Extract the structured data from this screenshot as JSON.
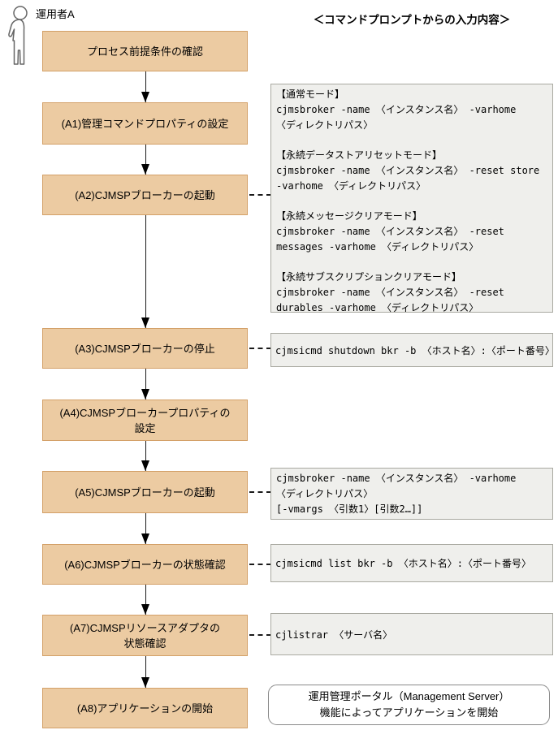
{
  "header": {
    "actor_label": "運用者A",
    "right_column_title": "＜コマンドプロンプトからの入力内容＞"
  },
  "flow_steps": [
    {
      "id": "start",
      "label": "プロセス前提条件の確認"
    },
    {
      "id": "A1",
      "label": "(A1)管理コマンドプロパティの設定"
    },
    {
      "id": "A2",
      "label": "(A2)CJMSPブローカーの起動"
    },
    {
      "id": "A3",
      "label": "(A3)CJMSPブローカーの停止"
    },
    {
      "id": "A4",
      "label": "(A4)CJMSPブローカープロパティの\n設定"
    },
    {
      "id": "A5",
      "label": "(A5)CJMSPブローカーの起動"
    },
    {
      "id": "A6",
      "label": "(A6)CJMSPブローカーの状態確認"
    },
    {
      "id": "A7",
      "label": "(A7)CJMSPリソースアダプタの\n状態確認"
    },
    {
      "id": "A8",
      "label": "(A8)アプリケーションの開始"
    }
  ],
  "command_boxes": [
    {
      "for_step": "A2",
      "text": "【通常モード】\ncjmsbroker -name 〈インスタンス名〉 -varhome\n〈ディレクトリパス〉\n\n【永続データストアリセットモード】\ncjmsbroker -name 〈インスタンス名〉 -reset store\n-varhome 〈ディレクトリパス〉\n\n【永続メッセージクリアモード】\ncjmsbroker -name 〈インスタンス名〉 -reset\nmessages -varhome 〈ディレクトリパス〉\n\n【永続サブスクリプションクリアモード】\ncjmsbroker -name 〈インスタンス名〉 -reset\ndurables -varhome 〈ディレクトリパス〉"
    },
    {
      "for_step": "A3",
      "text": "cjmsicmd shutdown bkr -b 〈ホスト名〉:〈ポート番号〉"
    },
    {
      "for_step": "A5",
      "text": "cjmsbroker -name 〈インスタンス名〉 -varhome\n〈ディレクトリパス〉\n[-vmargs 〈引数1〉[引数2…]]"
    },
    {
      "for_step": "A6",
      "text": "cjmsicmd list bkr -b 〈ホスト名〉:〈ポート番号〉"
    },
    {
      "for_step": "A7",
      "text": "cjlistrar 〈サーバ名〉"
    }
  ],
  "note_box": {
    "text": "運用管理ポータル（Management Server）\n機能によってアプリケーションを開始"
  },
  "colors": {
    "step_fill": "#ECCBA2",
    "step_border": "#D3A068",
    "command_fill": "#EFEFEC",
    "command_border": "#A9A9A1",
    "arrow": "#000000"
  }
}
